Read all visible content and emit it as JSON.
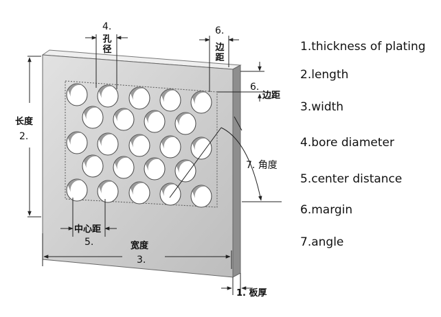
{
  "annotations": {
    "bore_num": "4.",
    "bore_cn": "孔径",
    "margin_top_num": "6.",
    "margin_top_cn": "边距",
    "margin_side": "6.",
    "margin_side_cn": "边距",
    "length_cn": "长度",
    "length_num": "2.",
    "angle": "7. 角度",
    "center_cn": "中心距",
    "center_num": "5.",
    "width_cn": "宽度",
    "width_num": "3.",
    "thickness": "1. 板厚"
  },
  "legend": [
    "1.thickness of plating",
    "2.length",
    "3.width",
    "4.bore diameter",
    "5.center distance",
    "6.margin",
    "7.angle"
  ]
}
